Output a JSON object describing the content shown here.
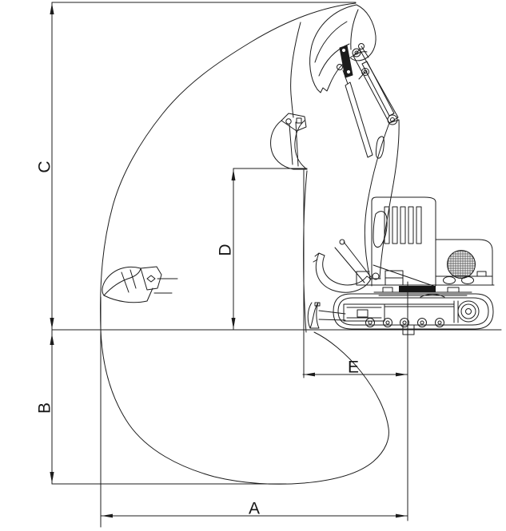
{
  "diagram": {
    "background_color": "#ffffff",
    "line_color": "#1c1c1c",
    "dimensions": {
      "A": {
        "label": "A"
      },
      "B": {
        "label": "B"
      },
      "C": {
        "label": "C"
      },
      "D": {
        "label": "D"
      },
      "E": {
        "label": "E"
      }
    }
  }
}
